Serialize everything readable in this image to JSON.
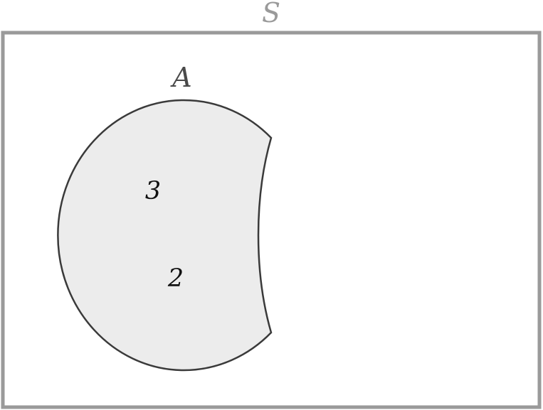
{
  "universal_set": {
    "label": "S"
  },
  "set_a": {
    "label": "A",
    "elements": [
      "3",
      "2"
    ]
  },
  "colors": {
    "universal_border": "#9a9a9a",
    "set_fill": "#ececec",
    "set_stroke": "#3a3a3a"
  }
}
